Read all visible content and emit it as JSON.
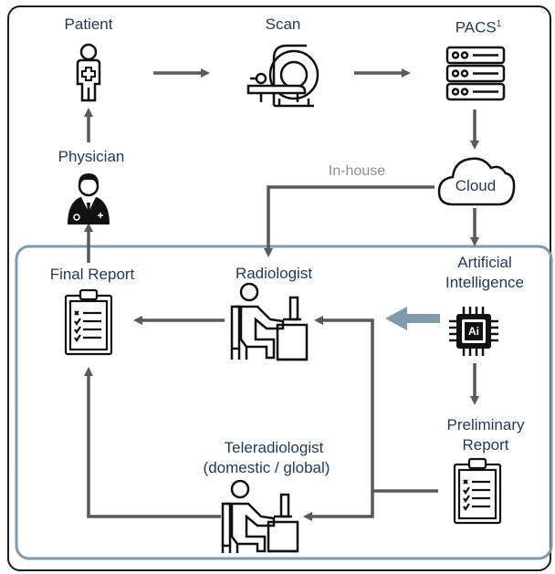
{
  "nodes": {
    "patient": "Patient",
    "scan": "Scan",
    "pacs": "PACS",
    "pacs_sup": "1",
    "physician": "Physician",
    "cloud": "Cloud",
    "in_house": "In-house",
    "ai_line1": "Artificial",
    "ai_line2": "Intelligence",
    "ai_chip": "Ai",
    "radiologist": "Radiologist",
    "final_report": "Final Report",
    "preliminary_line1": "Preliminary",
    "preliminary_line2": "Report",
    "teleradiologist_line1": "Teleradiologist",
    "teleradiologist_line2": "(domestic / global)"
  },
  "colors": {
    "label": "#1f3a57",
    "arrow": "#595959",
    "ai_arrow": "#7f99ad",
    "group_border": "#7f99ad",
    "icon": "#111111"
  }
}
